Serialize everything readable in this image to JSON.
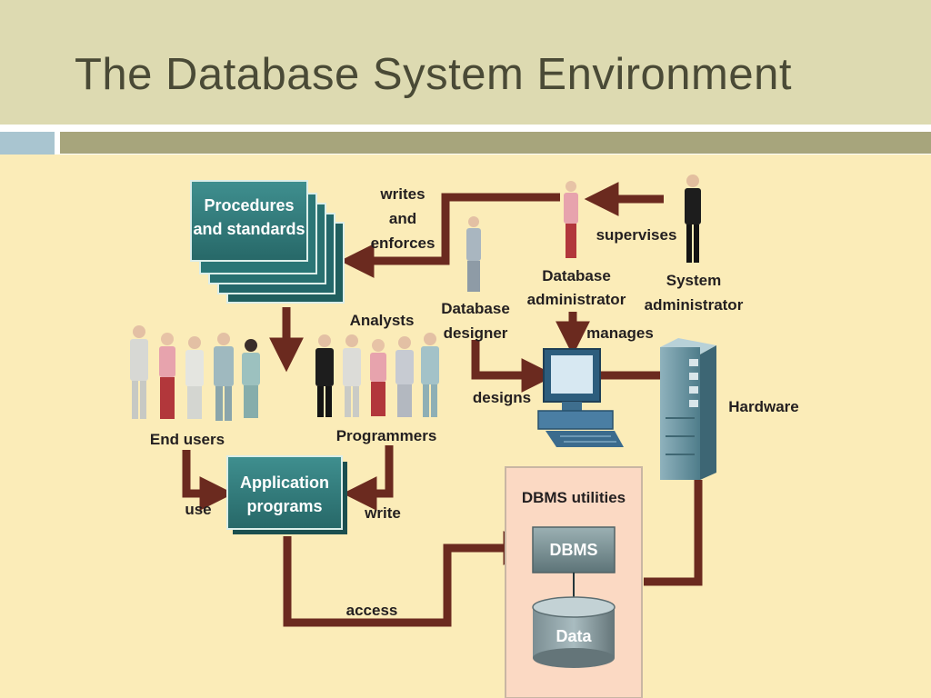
{
  "slide": {
    "title": "The Database System Environment"
  },
  "diagram": {
    "procedures_box": {
      "line1": "Procedures",
      "line2": "and standards"
    },
    "writes_enforces": {
      "line1": "writes",
      "line2": "and",
      "line3": "enforces"
    },
    "supervises": "supervises",
    "database_administrator": {
      "line1": "Database",
      "line2": "administrator"
    },
    "system_administrator": {
      "line1": "System",
      "line2": "administrator"
    },
    "database_designer": {
      "line1": "Database",
      "line2": "designer"
    },
    "analysts": "Analysts",
    "manages": "manages",
    "designs": "designs",
    "hardware": "Hardware",
    "end_users": "End users",
    "programmers": "Programmers",
    "application_box": {
      "line1": "Application",
      "line2": "programs"
    },
    "use": "use",
    "write": "write",
    "dbms_utilities": "DBMS utilities",
    "dbms": "DBMS",
    "data": "Data",
    "access": "access",
    "colors": {
      "arrow": "#6b2a1f",
      "box_teal": "#2f7b7b",
      "utilities_panel": "#fbd9c3",
      "diagram_bg": "#fbecb8",
      "header_bg": "#dddab1"
    }
  }
}
